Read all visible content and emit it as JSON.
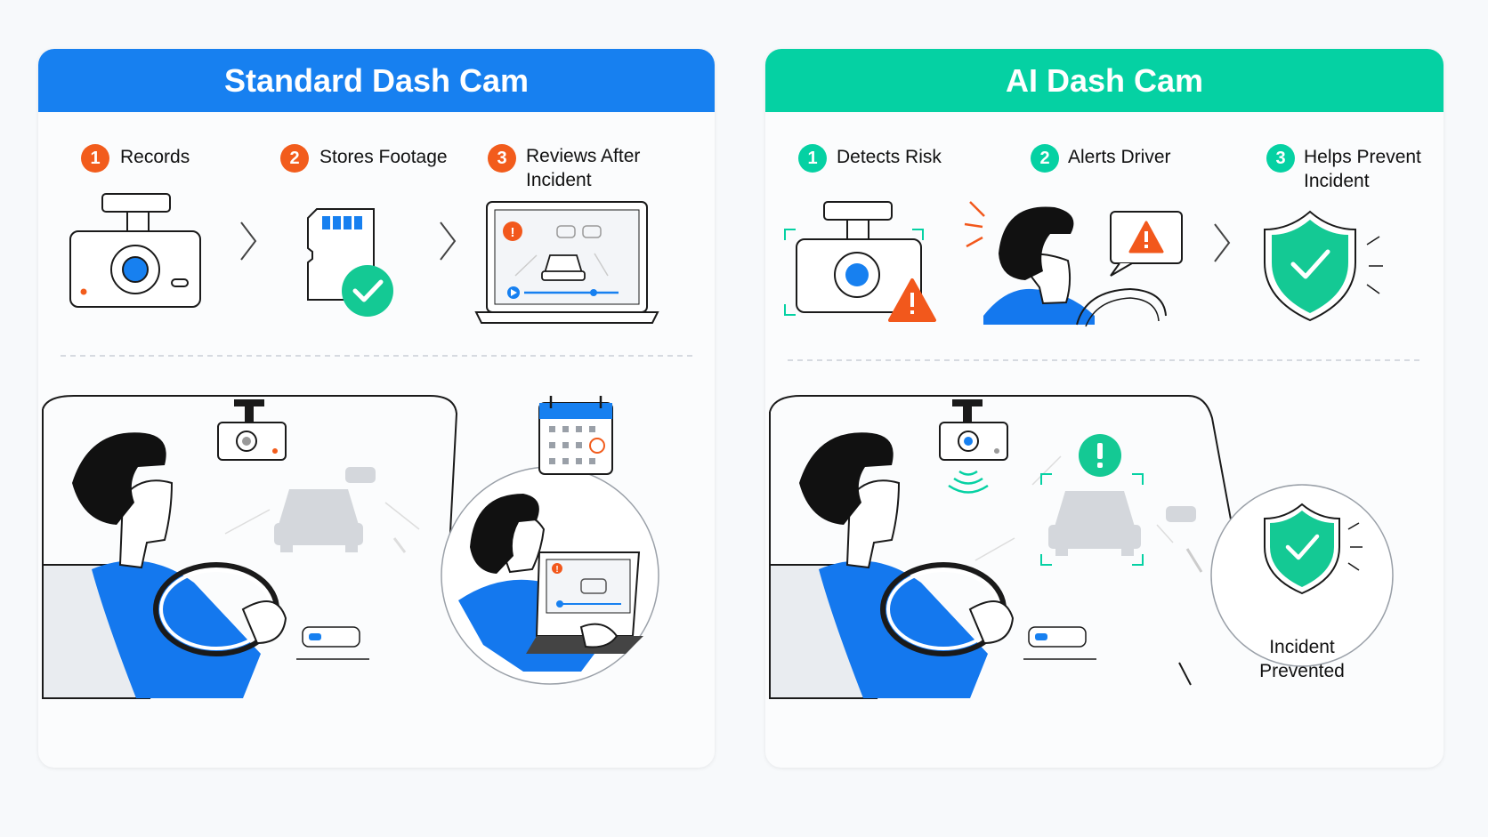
{
  "colors": {
    "standard_accent": "#1780f0",
    "ai_accent": "#05d1a3",
    "step_badge_orange": "#f25c1c",
    "warning_orange": "#f2581c",
    "person_blue": "#1478ee",
    "check_green": "#14c994"
  },
  "standard": {
    "title": "Standard Dash Cam",
    "steps": [
      {
        "num": "1",
        "label": "Records",
        "icon": "dash-cam-icon"
      },
      {
        "num": "2",
        "label": "Stores Footage",
        "icon": "sd-card-check-icon"
      },
      {
        "num": "3",
        "label": "Reviews After Incident",
        "icon": "laptop-playback-icon"
      }
    ]
  },
  "ai": {
    "title": "AI Dash Cam",
    "steps": [
      {
        "num": "1",
        "label": "Detects Risk",
        "icon": "dash-cam-warning-icon"
      },
      {
        "num": "2",
        "label": "Alerts Driver",
        "icon": "driver-alert-icon"
      },
      {
        "num": "3",
        "label": "Helps Prevent Incident",
        "icon": "shield-check-icon"
      }
    ],
    "outcome": "Incident Prevented"
  }
}
